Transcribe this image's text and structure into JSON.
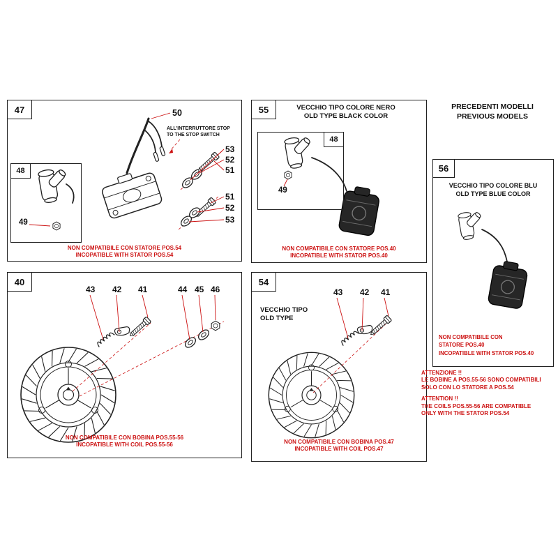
{
  "meta": {
    "accent_red": "#cc1111",
    "line_color": "#222222"
  },
  "previous_models": {
    "line1": "PRECEDENTI MODELLI",
    "line2": "PREVIOUS MODELS"
  },
  "box47": {
    "number": "47",
    "callout50": "50",
    "stop_note1": "ALL'INTERRUTTORE STOP",
    "stop_note2": "TO THE STOP SWITCH",
    "fasteners_top": {
      "c1": "53",
      "c2": "52",
      "c3": "51"
    },
    "fasteners_bottom": {
      "c1": "51",
      "c2": "52",
      "c3": "53"
    },
    "inner": {
      "number": "48",
      "callout49": "49"
    },
    "warn1": "NON COMPATIBILE CON STATORE POS.54",
    "warn2": "INCOPATIBLE WITH STATOR POS.54"
  },
  "box55": {
    "number": "55",
    "title1": "VECCHIO TIPO COLORE NERO",
    "title2": "OLD TYPE BLACK COLOR",
    "inner": {
      "number": "48",
      "callout49": "49"
    },
    "warn1": "NON COMPATIBILE CON STATORE POS.40",
    "warn2": "INCOPATIBLE WITH STATOR POS.40"
  },
  "box56": {
    "number": "56",
    "title1": "VECCHIO TIPO COLORE BLU",
    "title2": "OLD TYPE BLUE COLOR",
    "warn1": "NON COMPATIBILE CON",
    "warn2": "STATORE POS.40",
    "warn3": "INCOPATIBLE WITH STATOR POS.40"
  },
  "attention": {
    "it_title": "ATTENZIONE !!",
    "it_line1": "LE BOBINE A POS.55-56 SONO COMPATIBILI",
    "it_line2": "SOLO CON LO STATORE A POS.54",
    "en_title": "ATTENTION !!",
    "en_line1": "THE COILS POS.55-56 ARE COMPATIBLE",
    "en_line2": "ONLY WITH THE STATOR POS.54"
  },
  "box40": {
    "number": "40",
    "c43": "43",
    "c42": "42",
    "c41": "41",
    "c44": "44",
    "c45": "45",
    "c46": "46",
    "warn1": "NON COMPATIBILE CON BOBINA POS.55-56",
    "warn2": "INCOPATIBLE WITH COIL POS.55-56"
  },
  "box54": {
    "number": "54",
    "title1": "VECCHIO TIPO",
    "title2": "OLD TYPE",
    "c43": "43",
    "c42": "42",
    "c41": "41",
    "warn1": "NON COMPATIBILE CON BOBINA POS.47",
    "warn2": "INCOPATIBLE WITH COIL POS.47"
  }
}
